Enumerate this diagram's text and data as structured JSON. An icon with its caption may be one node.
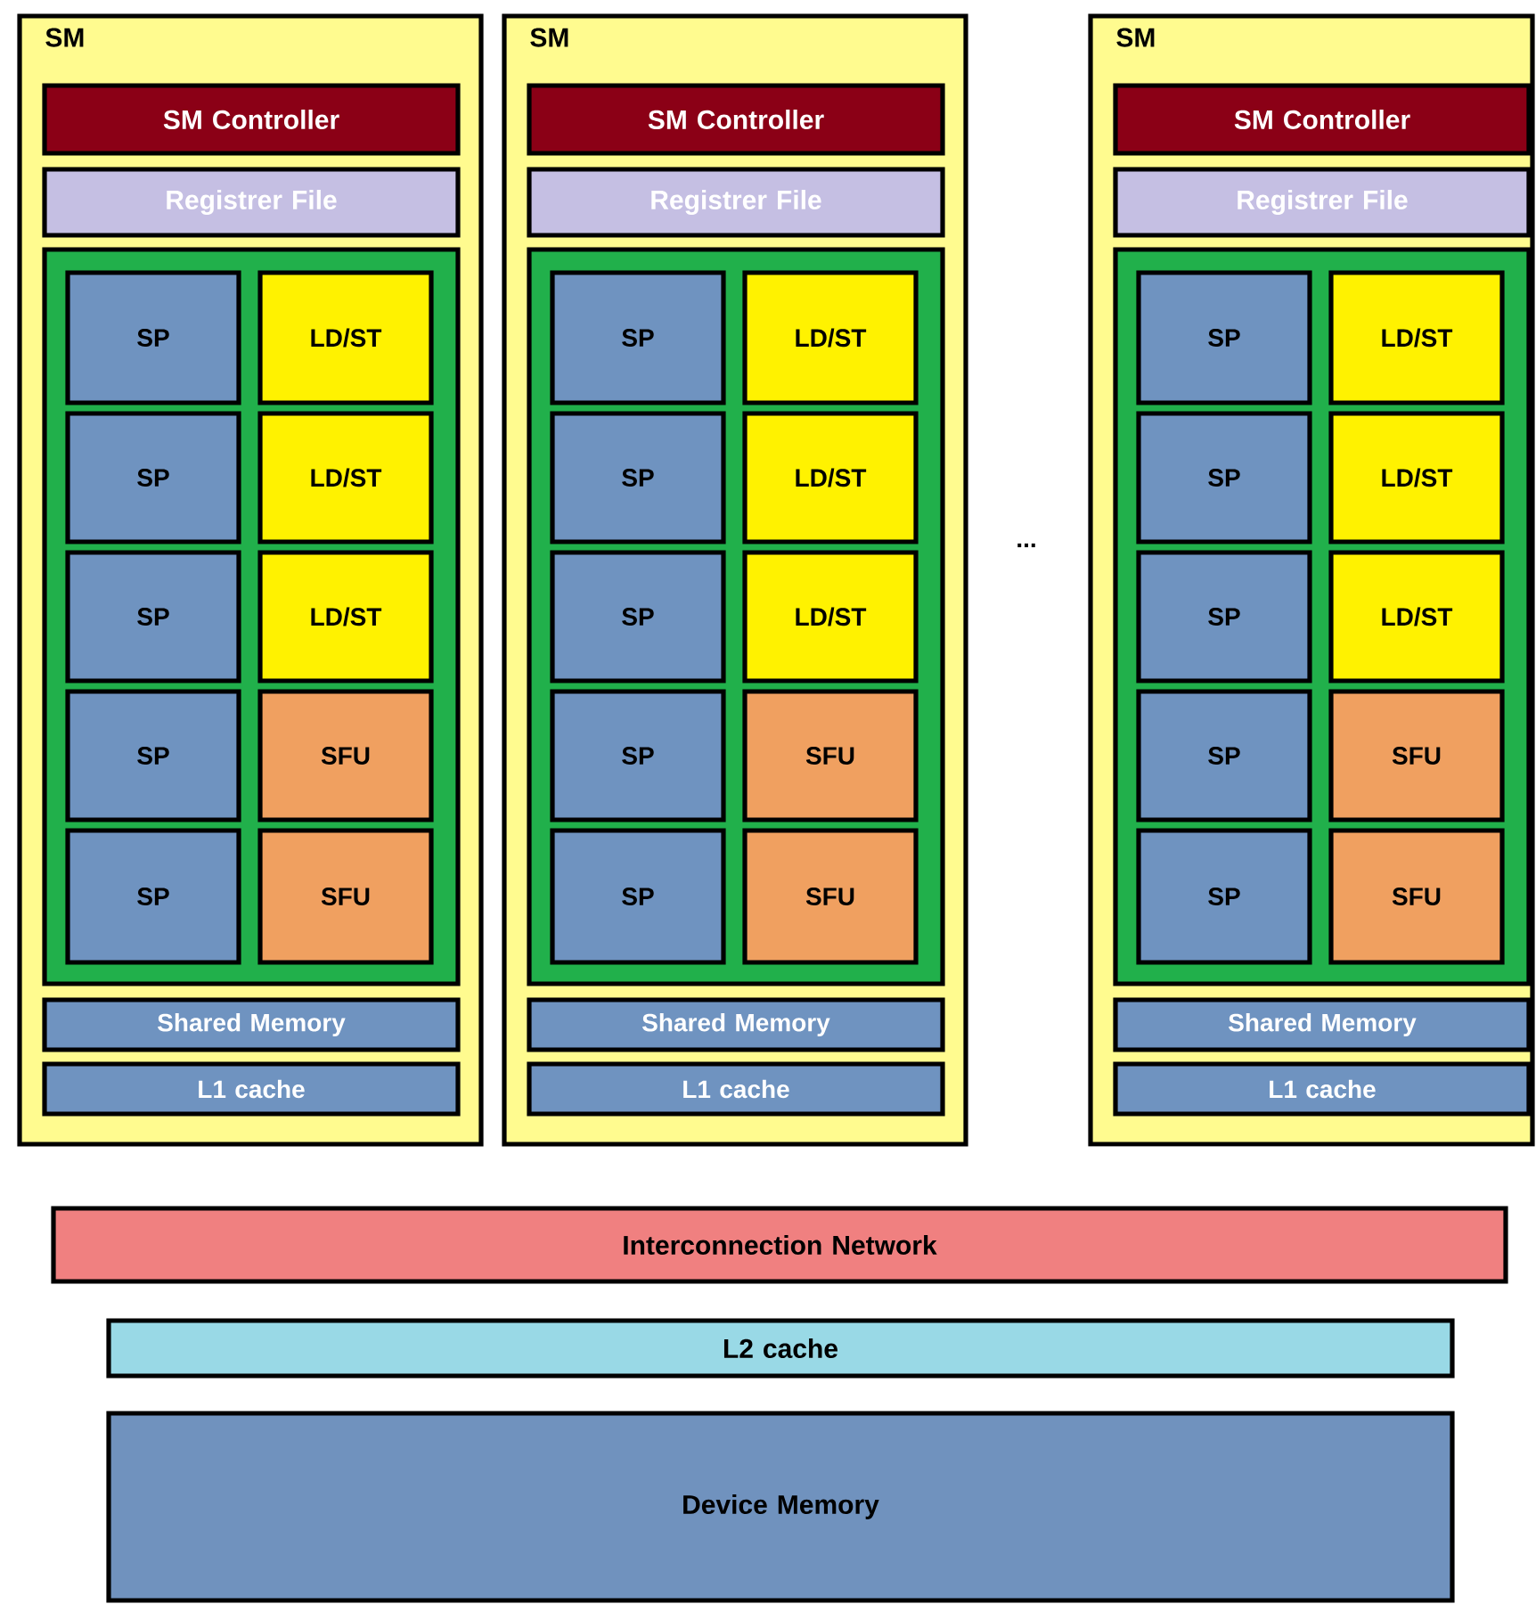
{
  "diagram": {
    "nodes": [
      {
        "text": [
          "SM"
        ]
      },
      {
        "text": [
          "SM Controller"
        ],
        "in": 0
      },
      {
        "text": [
          "Registrer File"
        ],
        "in": 0
      },
      {
        "text": [],
        "shape": "box",
        "in": 0
      },
      {
        "text": [
          "SP"
        ],
        "in": 3
      },
      {
        "text": [
          "LD/ST"
        ],
        "in": 3
      },
      {
        "text": [
          "SP"
        ],
        "in": 3
      },
      {
        "text": [
          "LD/ST"
        ],
        "in": 3
      },
      {
        "text": [
          "SP"
        ],
        "in": 3
      },
      {
        "text": [
          "LD/ST"
        ],
        "in": 3
      },
      {
        "text": [
          "SP"
        ],
        "in": 3
      },
      {
        "text": [
          "SFU"
        ],
        "in": 3
      },
      {
        "text": [
          "SP"
        ],
        "in": 3
      },
      {
        "text": [
          "SFU"
        ],
        "in": 3
      },
      {
        "text": [
          "Shared Memory"
        ],
        "in": 0
      },
      {
        "text": [
          "L1 cache"
        ],
        "in": 0
      },
      {
        "text": [
          "SM"
        ]
      },
      {
        "text": [
          "SM Controller"
        ],
        "in": 16
      },
      {
        "text": [
          "Registrer File"
        ],
        "in": 16
      },
      {
        "text": [],
        "shape": "box",
        "in": 16
      },
      {
        "text": [
          "SP"
        ],
        "in": 19
      },
      {
        "text": [
          "LD/ST"
        ],
        "in": 19
      },
      {
        "text": [
          "SP"
        ],
        "in": 19
      },
      {
        "text": [
          "LD/ST"
        ],
        "in": 19
      },
      {
        "text": [
          "SP"
        ],
        "in": 19
      },
      {
        "text": [
          "LD/ST"
        ],
        "in": 19
      },
      {
        "text": [
          "SP"
        ],
        "in": 19
      },
      {
        "text": [
          "SFU"
        ],
        "in": 19
      },
      {
        "text": [
          "SP"
        ],
        "in": 19
      },
      {
        "text": [
          "SFU"
        ],
        "in": 19
      },
      {
        "text": [
          "Shared Memory"
        ],
        "in": 16
      },
      {
        "text": [
          "L1 cache"
        ],
        "in": 16
      },
      {
        "text": [
          "SM"
        ]
      },
      {
        "text": [
          "SM Controller"
        ],
        "in": 32
      },
      {
        "text": [
          "Registrer File"
        ],
        "in": 32
      },
      {
        "text": [],
        "shape": "box",
        "in": 32
      },
      {
        "text": [
          "SP"
        ],
        "in": 35
      },
      {
        "text": [
          "LD/ST"
        ],
        "in": 35
      },
      {
        "text": [
          "SP"
        ],
        "in": 35
      },
      {
        "text": [
          "LD/ST"
        ],
        "in": 35
      },
      {
        "text": [
          "SP"
        ],
        "in": 35
      },
      {
        "text": [
          "LD/ST"
        ],
        "in": 35
      },
      {
        "text": [
          "SP"
        ],
        "in": 35
      },
      {
        "text": [
          "SFU"
        ],
        "in": 35
      },
      {
        "text": [
          "SP"
        ],
        "in": 35
      },
      {
        "text": [
          "SFU"
        ],
        "in": 35
      },
      {
        "text": [
          "Shared Memory"
        ],
        "in": 32
      },
      {
        "text": [
          "L1 cache"
        ],
        "in": 32
      },
      {
        "text": [
          "Interconnection Network"
        ]
      },
      {
        "text": [
          "L2 cache"
        ]
      },
      {
        "text": [
          "Device Memory"
        ]
      }
    ],
    "labels": [
      "..."
    ]
  }
}
